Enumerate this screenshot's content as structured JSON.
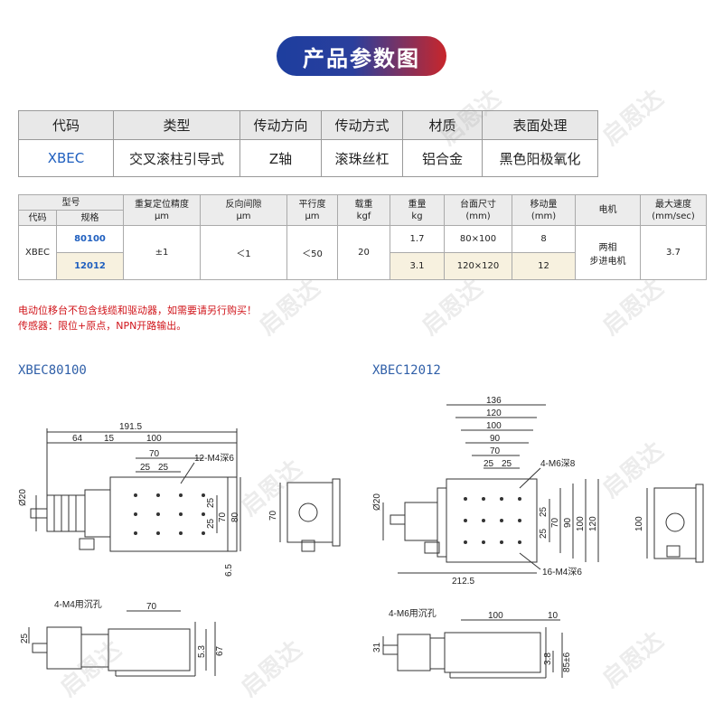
{
  "banner": {
    "title": "产品参数图"
  },
  "table1": {
    "headers": [
      "代码",
      "类型",
      "传动方向",
      "传动方式",
      "材质",
      "表面处理"
    ],
    "row": [
      "XBEC",
      "交叉滚柱引导式",
      "Z轴",
      "滚珠丝杠",
      "铝合金",
      "黑色阳极氧化"
    ]
  },
  "table2": {
    "group_header": "型号",
    "sub_code": "代码",
    "sub_spec": "规格",
    "headers": [
      {
        "name": "重复定位精度",
        "unit": "μm"
      },
      {
        "name": "反向间隙",
        "unit": "μm"
      },
      {
        "name": "平行度",
        "unit": "μm"
      },
      {
        "name": "载重",
        "unit": "kgf"
      },
      {
        "name": "重量",
        "unit": "kg"
      },
      {
        "name": "台面尺寸",
        "unit": "(mm)"
      },
      {
        "name": "移动量",
        "unit": "(mm)"
      },
      {
        "name": "电机",
        "unit": ""
      },
      {
        "name": "最大速度",
        "unit": "(mm/sec)"
      }
    ],
    "code": "XBEC",
    "rows": [
      {
        "spec": "80100",
        "weight": "1.7",
        "table": "80×100",
        "travel": "8"
      },
      {
        "spec": "12012",
        "weight": "3.1",
        "table": "120×120",
        "travel": "12"
      }
    ],
    "shared": {
      "accuracy": "±1",
      "backlash": "＜1",
      "parallel": "＜50",
      "load": "20",
      "motor_line1": "两相",
      "motor_line2": "步进电机",
      "speed": "3.7"
    }
  },
  "notes": [
    "电动位移台不包含线缆和驱动器，如需要请另行购买！",
    "传感器：限位+原点，NPN开路输出。"
  ],
  "drawing_left": {
    "title": "XBEC80100",
    "dims": {
      "d1": "191.5",
      "d2": "64",
      "d3": "15",
      "d4": "100",
      "d5": "70",
      "d6": "25",
      "d7": "25",
      "hole": "12-M4深6",
      "dia": "Ø20",
      "v1": "25",
      "v2": "25",
      "v3": "70",
      "v4": "80",
      "v5": "6.5",
      "side": "70",
      "bot_hole": "4-M4用沉孔",
      "bot_w": "70",
      "b1": "25",
      "b2": "5.3",
      "b3": "67"
    }
  },
  "drawing_right": {
    "title": "XBEC12012",
    "dims": {
      "w1": "136",
      "w2": "120",
      "w3": "100",
      "w4": "90",
      "w5": "70",
      "w6": "25",
      "w7": "25",
      "hole1": "4-M6深8",
      "dia": "Ø20",
      "v1": "25",
      "v2": "25",
      "v3": "70",
      "v4": "90",
      "v5": "100",
      "v6": "120",
      "w8": "212.5",
      "hole2": "16-M4深6",
      "side": "100",
      "bot_hole": "4-M6用沉孔",
      "bot_w": "100",
      "bot_w2": "10",
      "b1": "31",
      "b2": "3.8",
      "b3": "85±6"
    }
  },
  "watermark": "启恩达"
}
